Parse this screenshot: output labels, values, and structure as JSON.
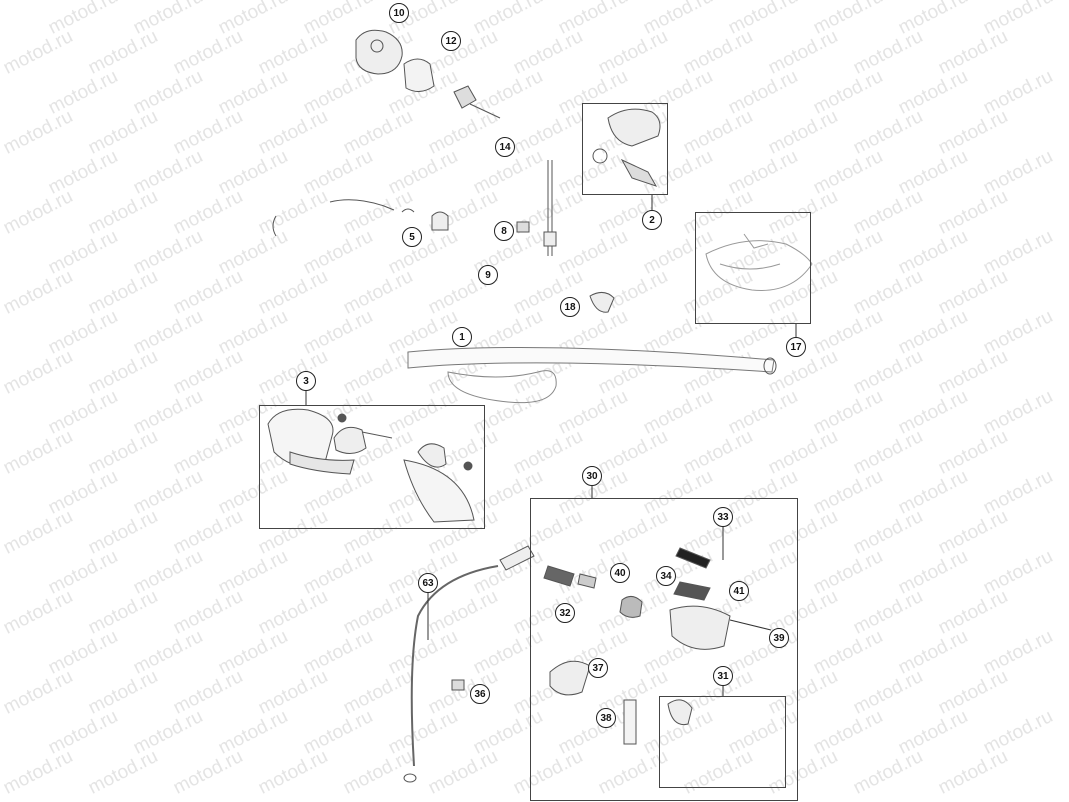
{
  "watermark": "motod.ru",
  "callouts": [
    {
      "id": "c10",
      "label": "10"
    },
    {
      "id": "c12",
      "label": "12"
    },
    {
      "id": "c14",
      "label": "14"
    },
    {
      "id": "c2",
      "label": "2"
    },
    {
      "id": "c5",
      "label": "5"
    },
    {
      "id": "c8",
      "label": "8"
    },
    {
      "id": "c9",
      "label": "9"
    },
    {
      "id": "c18",
      "label": "18"
    },
    {
      "id": "c17",
      "label": "17"
    },
    {
      "id": "c1",
      "label": "1"
    },
    {
      "id": "c3",
      "label": "3"
    },
    {
      "id": "c30",
      "label": "30"
    },
    {
      "id": "c33",
      "label": "33"
    },
    {
      "id": "c63",
      "label": "63"
    },
    {
      "id": "c40",
      "label": "40"
    },
    {
      "id": "c34",
      "label": "34"
    },
    {
      "id": "c41",
      "label": "41"
    },
    {
      "id": "c32",
      "label": "32"
    },
    {
      "id": "c39",
      "label": "39"
    },
    {
      "id": "c37",
      "label": "37"
    },
    {
      "id": "c31",
      "label": "31"
    },
    {
      "id": "c36",
      "label": "36"
    },
    {
      "id": "c38",
      "label": "38"
    }
  ]
}
